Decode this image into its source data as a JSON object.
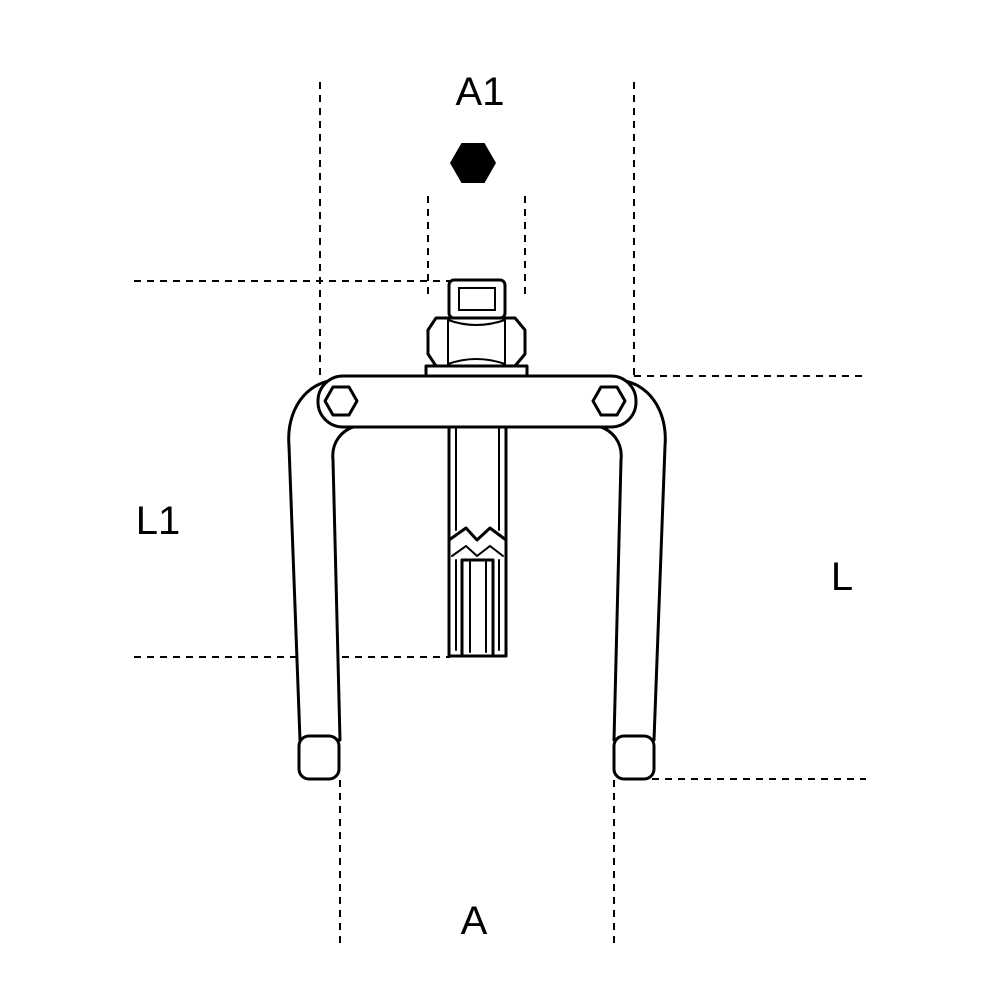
{
  "labels": {
    "a1": "A1",
    "l1": "L1",
    "l": "L",
    "a": "A"
  },
  "icons": {
    "hex": "hexagon-socket-icon"
  },
  "colors": {
    "ink": "#000000",
    "background": "#ffffff"
  }
}
